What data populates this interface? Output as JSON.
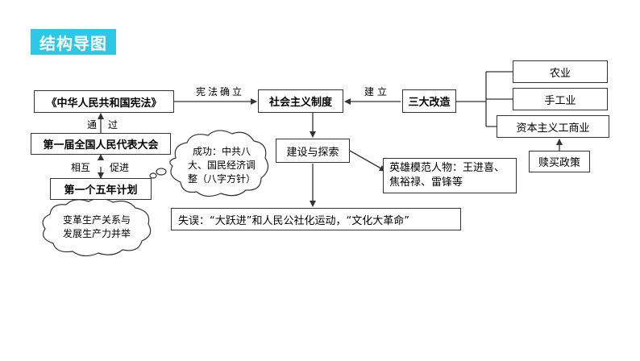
{
  "header": {
    "title": "结构导图"
  },
  "nodes": {
    "constitution": "《中华人民共和国宪法》",
    "socialism": "社会主义制度",
    "three_reforms": "三大改造",
    "agriculture": "农业",
    "handicraft": "手工业",
    "capitalist": "资本主义工商业",
    "redemption": "赎买政策",
    "congress": "第一届全国人民代表大会",
    "five_year": "第一个五年计划",
    "construction": "建设与探索",
    "heroes_line1": "英雄模范人物：王进喜、",
    "heroes_line2": "焦裕禄、雷锋等",
    "mistakes": "失误：“大跃进”和人民公社化运动，“文化大革命”"
  },
  "labels": {
    "constitution_established": "宪法确立",
    "established": "建立",
    "through_1": "通",
    "through_2": "过",
    "mutual": "相互",
    "promote": "促进"
  },
  "clouds": {
    "success": {
      "line1": "成功：中共八",
      "line2": "大、国民经济调",
      "line3": "整（八字方针）"
    },
    "reform": {
      "line1": "变革生产关系与",
      "line2": "发展生产力并举"
    }
  }
}
